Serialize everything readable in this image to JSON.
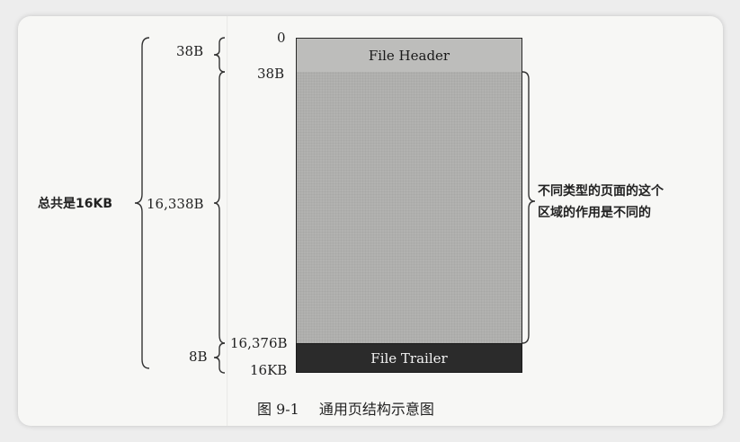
{
  "diagram": {
    "offsets": {
      "start": "0",
      "header_end": "38B",
      "body_size": "16,338B",
      "trailer_start": "16,376B",
      "end": "16KB"
    },
    "sizes": {
      "header": "38B",
      "trailer": "8B"
    },
    "total_label": "总共是16KB",
    "blocks": {
      "header": "File Header",
      "trailer": "File Trailer"
    },
    "annotation": {
      "line1": "不同类型的页面的这个",
      "line2": "区域的作用是不同的"
    },
    "caption": {
      "number": "图 9-1",
      "title": "通用页结构示意图"
    }
  }
}
